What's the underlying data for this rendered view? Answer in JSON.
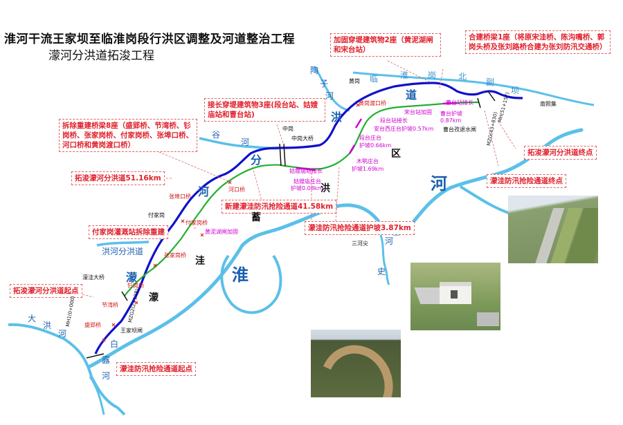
{
  "title": {
    "main": "淮河干流王家坝至临淮岗段行洪区调整及河道整治工程",
    "sub": "濛河分洪道拓浚工程"
  },
  "callouts": {
    "reinforce": "加固穿堤建筑物2座（黄泥湖闸和宋台站）",
    "merge_bridge": "合建桥梁1座（将原宋洼桥、陈沟嘴桥、郭岗头桥及张刘路桥合建为张刘防汛交通桥）",
    "extend": "接长穿堤建筑物3座(段台站、姑嫂庙站和曹台站)",
    "demolish": "拆除重建桥梁8座（盛郢桥、节湾桥、钐岗桥、张家岗桥、付家岗桥、张埠口桥、河口桥和黄岗渡口桥）",
    "dredge_len": "拓浚濛河分洪道51.16km",
    "fujiagang": "付家岗灌溉站拆除重建",
    "new_channel": "新建濛洼防汛抢险通道41.58km",
    "slope": "濛洼防汛抢险通道护坡3.87km",
    "dredge_end": "拓浚濛河分洪道终点",
    "channel_end": "濛洼防汛抢险通道终点",
    "dredge_start": "拓浚濛河分洪道起点",
    "channel_start": "濛洼防汛抢险通道起点"
  },
  "labels": {
    "huanggang": "黄岗",
    "nanzhaoji": "南照集",
    "zhonggang": "中岗",
    "zhonggang_bridge": "中岗大桥",
    "huanggang_ferry": "黄岗渡口桥",
    "zhangbukou": "张埠口桥",
    "hekou": "河口桥",
    "fujiagang_v": "付家岗",
    "fujiagang_bridge": "付家岗桥",
    "zhangjiagang": "张家岗桥",
    "mengwa_dam": "濛洼大桥",
    "shangang": "钐岗桥",
    "jiewan": "节湾桥",
    "shengying": "盛郢桥",
    "wangjiaba": "王家坝闸",
    "sanhejian": "三河尖",
    "huangnihu": "黄泥湖闸加固",
    "caotai_gate": "曹台孜退水闸",
    "caotai_ext": "曹台站接长",
    "songtai": "宋台站加固",
    "caotai_slope": "曹台护坡",
    "caotai_slope_len": "0.87km",
    "duantai_ext": "段台站接长",
    "anta_west": "安台西庄台护坡0.57km",
    "duantai_slope": "段台庄台",
    "duantai_slope_len": "护坡0.66km",
    "muqiao": "木鹗庄台",
    "muqiao_len": "护坡1.69km",
    "gusao_ext": "姑嫂庙站接长",
    "gusao_slope": "姑嫂庙庄台",
    "gusao_slope_len": "护坡0.08km",
    "mh_start": "MH1(0+000)",
    "mh_end": "MH(51+157)",
    "mzg_start": "MZG2(2+128)",
    "mzg_end": "MZG(43+830)"
  },
  "water_labels": {
    "huaihe_big": "淮",
    "he_big": "河",
    "meng": "濛",
    "he1": "河",
    "fen": "分",
    "hong": "洪",
    "dao": "道",
    "gu": "谷",
    "he2": "河",
    "he3": "河",
    "tao": "陶",
    "zi": "子",
    "he4": "河",
    "lin": "临",
    "huai": "淮",
    "gang": "岗",
    "bei": "北",
    "fu": "副",
    "ba": "坝",
    "honghe_fen": "洪河分洪道",
    "da": "大",
    "hong2": "洪",
    "he5": "河",
    "bai": "白",
    "lu": "露",
    "he6": "河",
    "shi": "史",
    "he7": "河"
  },
  "zone_labels": {
    "meng": "濛",
    "wa": "洼",
    "xu": "蓄",
    "hong": "洪",
    "qu": "区"
  },
  "legend_colors": {
    "dredge_channel": "#1010cc",
    "flood_road": "#22b030",
    "slope": "#d000d0",
    "water": "#5bc0e8",
    "callout_text": "#e0202a"
  }
}
